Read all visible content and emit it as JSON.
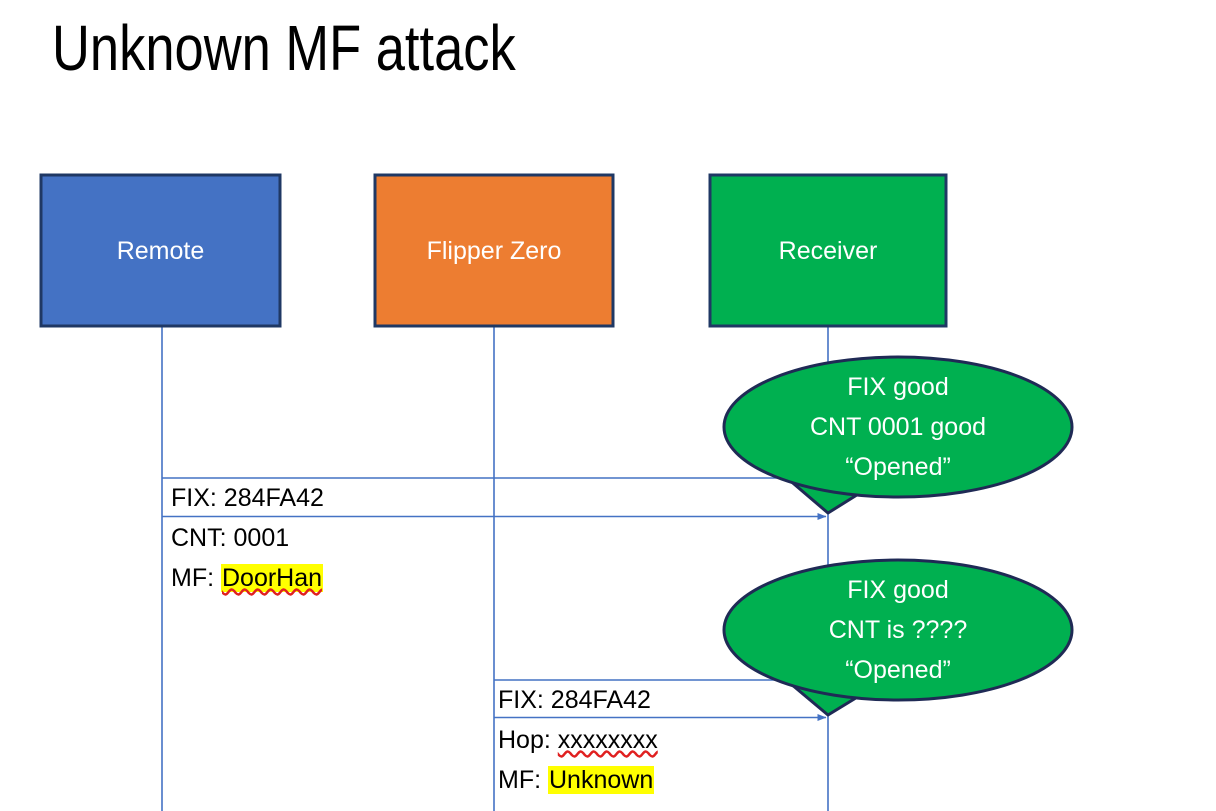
{
  "slide": {
    "title": "Unknown MF attack",
    "background": "#ffffff"
  },
  "colors": {
    "remote_fill": "#4472C4",
    "flipper_fill": "#ED7D31",
    "receiver_fill": "#00B050",
    "box_border": "#1F3864",
    "lifeline": "#4472C4",
    "arrow": "#4472C4",
    "bubble_fill": "#00B050",
    "bubble_border": "#1F2A55",
    "highlight": "#ffff00",
    "spellcheck_underline": "#e02020",
    "box_text": "#ffffff"
  },
  "actors": [
    {
      "id": "remote",
      "label": "Remote",
      "fill": "#4472C4"
    },
    {
      "id": "flipper",
      "label": "Flipper Zero",
      "fill": "#ED7D31"
    },
    {
      "id": "receiver",
      "label": "Receiver",
      "fill": "#00B050"
    }
  ],
  "messages": [
    {
      "id": "msg-remote-to-receiver",
      "from": "remote",
      "to": "receiver",
      "lines": [
        {
          "label": "FIX:",
          "value": "284FA42",
          "highlight": false,
          "squiggle": false
        },
        {
          "label": "CNT:",
          "value": "0001",
          "highlight": false,
          "squiggle": false
        },
        {
          "label": "MF:",
          "value": "DoorHan",
          "highlight": true,
          "squiggle": true
        }
      ]
    },
    {
      "id": "msg-flipper-to-receiver",
      "from": "flipper",
      "to": "receiver",
      "lines": [
        {
          "label": "FIX:",
          "value": "284FA42",
          "highlight": false,
          "squiggle": false
        },
        {
          "label": "Hop:",
          "value": "xxxxxxxx",
          "highlight": false,
          "squiggle": true
        },
        {
          "label": "MF:",
          "value": "Unknown",
          "highlight": true,
          "squiggle": false
        }
      ]
    }
  ],
  "callouts": [
    {
      "id": "callout-1",
      "lines": [
        "FIX good",
        "CNT 0001 good",
        "“Opened”"
      ]
    },
    {
      "id": "callout-2",
      "lines": [
        "FIX good",
        "CNT is ????",
        "“Opened”"
      ]
    }
  ],
  "flat": {
    "actor_remote": "Remote",
    "actor_flipper": "Flipper Zero",
    "actor_receiver": "Receiver",
    "msg1_l1": "FIX: 284FA42",
    "msg1_l2": "CNT: 0001",
    "msg1_l3_label": "MF: ",
    "msg1_l3_value": "DoorHan",
    "msg2_l1": "FIX: 284FA42",
    "msg2_l2_label": "Hop: ",
    "msg2_l2_value": "xxxxxxxx",
    "msg2_l3_label": "MF: ",
    "msg2_l3_value": "Unknown",
    "bubble1_l1": "FIX good",
    "bubble1_l2": "CNT 0001 good",
    "bubble1_l3": "“Opened”",
    "bubble2_l1": "FIX good",
    "bubble2_l2": "CNT is ????",
    "bubble2_l3": "“Opened”"
  }
}
